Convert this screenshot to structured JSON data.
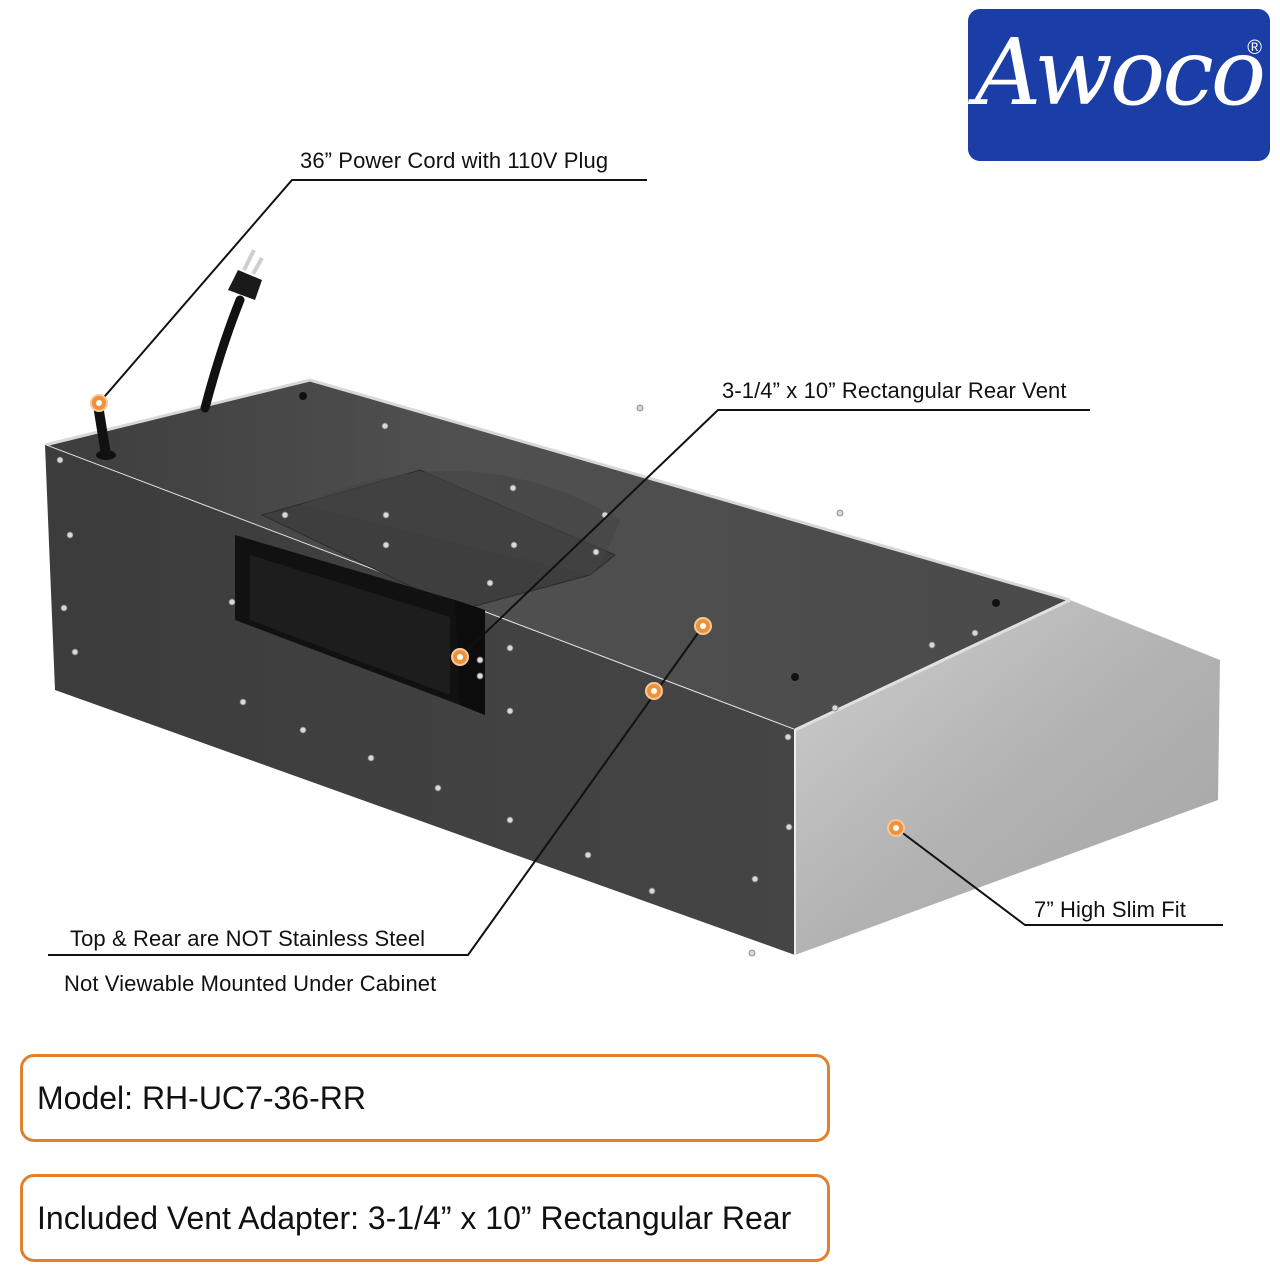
{
  "brand": {
    "logo_text": "Awoco",
    "registered_mark": "®",
    "logo_bg_color": "#1a3da6"
  },
  "product": {
    "name": "Under cabinet range hood",
    "top_rear_color": "#4a4a4a",
    "front_color": "#b9b9b9"
  },
  "callouts": [
    {
      "id": "power-cord",
      "label": "36” Power Cord with 110V Plug"
    },
    {
      "id": "rear-vent",
      "label": "3-1/4” x 10” Rectangular Rear Vent"
    },
    {
      "id": "not-stainless",
      "label": "Top & Rear are NOT Stainless Steel"
    },
    {
      "id": "not-viewable",
      "label": "Not Viewable Mounted Under Cabinet"
    },
    {
      "id": "slim-fit",
      "label": "7” High Slim Fit"
    }
  ],
  "marker_color": "#f0913a",
  "info_boxes": [
    {
      "id": "model",
      "text": "Model: RH-UC7-36-RR"
    },
    {
      "id": "vent-adapter",
      "text": "Included Vent Adapter: 3-1/4” x 10” Rectangular Rear"
    }
  ],
  "box_border_color": "#e0812f"
}
